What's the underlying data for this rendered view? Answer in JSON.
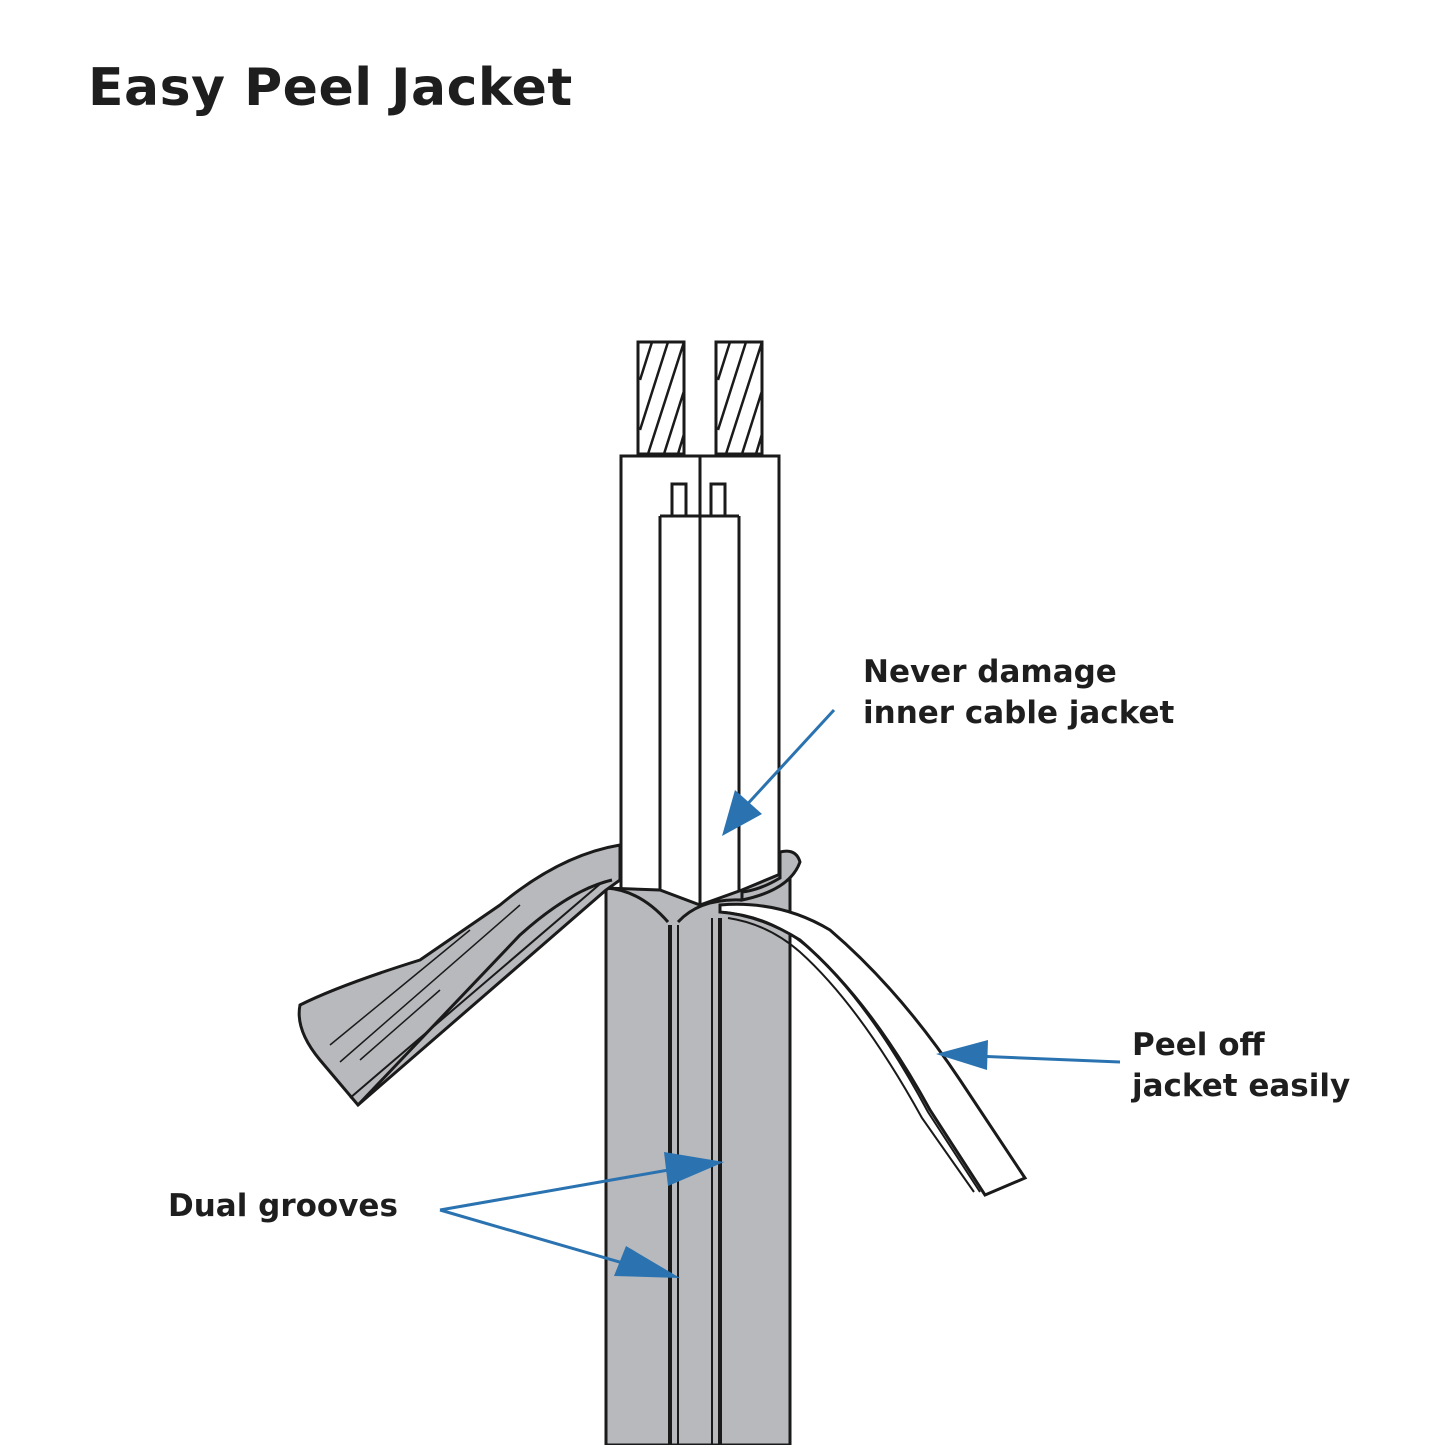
{
  "title": "Easy Peel Jacket",
  "annotations": {
    "never_damage": [
      "Never damage",
      "inner cable jacket"
    ],
    "peel_off": [
      "Peel off",
      "jacket easily"
    ],
    "dual_grooves": [
      "Dual grooves"
    ]
  },
  "colors": {
    "arrow": "#2a73b0",
    "jacket": "#b8b9bd",
    "outline": "#1a1a1a",
    "text": "#1e1e1e"
  }
}
